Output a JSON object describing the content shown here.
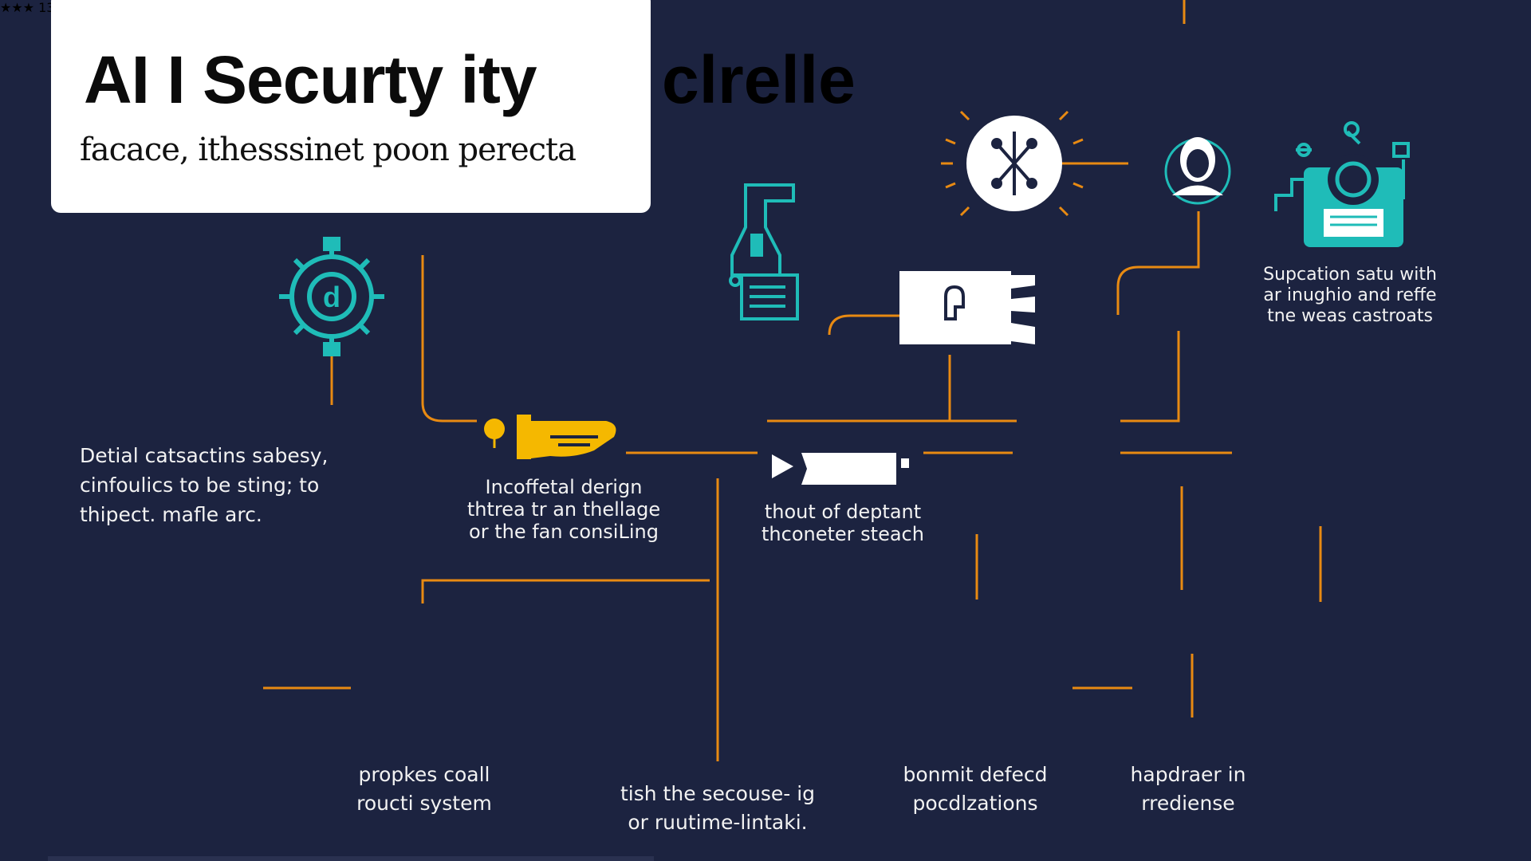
{
  "header": {
    "title": "AI I Securty ity",
    "title_suffix": "clrelle",
    "subtitle": "facace,  ithesssinet poon perecta"
  },
  "nodes": {
    "left_description": [
      "Detial catsactins sabesy,",
      "cinfoulics to be sting; to",
      "thipect. mafle arc."
    ],
    "hand_caption": [
      "Incoffetal derign",
      "thtrea tr an thellage",
      "or the fan consiLing"
    ],
    "arrow_caption": [
      "thout of deptant",
      "thconeter steach"
    ],
    "laptop_caption": [
      "Supcation satu with",
      "ar  inughio and reffe",
      "tne weas castroats"
    ],
    "shield_caption": [
      "propkes coall",
      "roucti system"
    ],
    "lock_caption": [
      "tish the secouse- ig",
      "or ruutime-lintaki."
    ],
    "robot_caption": [
      "bonmit defecd",
      "pocdlzations"
    ],
    "globe_caption": [
      "hapdraer in",
      "rrediense"
    ],
    "warning_badge": "13"
  },
  "colors": {
    "background": "#1c2340",
    "accent_orange": "#e88a12",
    "accent_teal": "#1fbcb8",
    "accent_yellow": "#f5b800",
    "white": "#ffffff"
  }
}
